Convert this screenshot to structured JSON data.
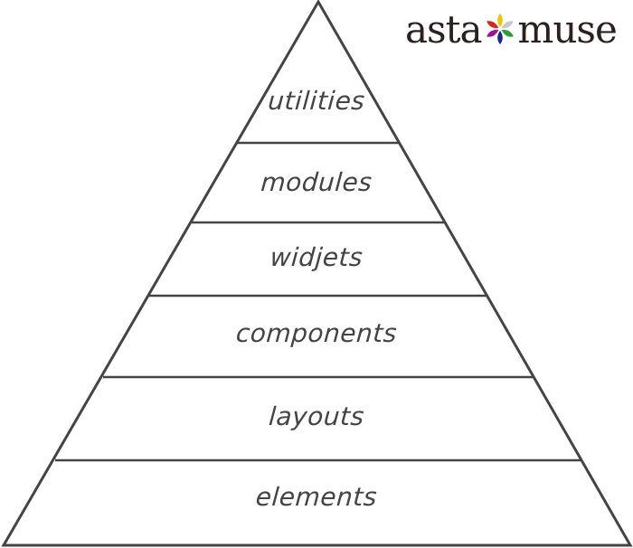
{
  "logo": {
    "left_text": "asta",
    "right_text": "muse",
    "icon": "flower-icon",
    "petal_colors": [
      "#f5c400",
      "#c8c8c8",
      "#2e9a3a",
      "#1a2a8a",
      "#a0109a",
      "#d8231f"
    ]
  },
  "pyramid": {
    "stroke_color": "#444444",
    "apex": [
      352,
      2
    ],
    "base_left": [
      4,
      603
    ],
    "base_right": [
      697,
      603
    ],
    "divider_ys": [
      158,
      246,
      327,
      417,
      509
    ],
    "layers_top_to_bottom": [
      {
        "label": "utilities"
      },
      {
        "label": "modules"
      },
      {
        "label": "widjets"
      },
      {
        "label": "components"
      },
      {
        "label": "layouts"
      },
      {
        "label": "elements"
      }
    ]
  }
}
